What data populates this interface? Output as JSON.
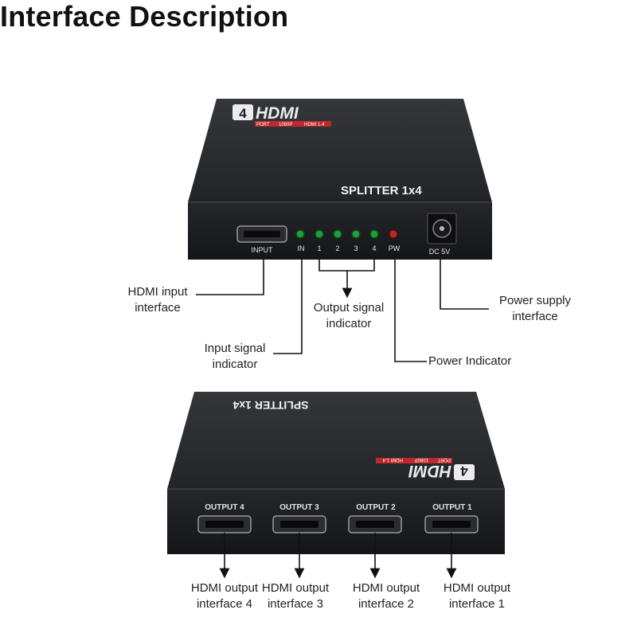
{
  "title": "Interface Description",
  "devices": {
    "front": {
      "model_label": "SPLITTER 1x4",
      "logo_number": "4",
      "logo_text": "HDMI",
      "logo_sub": [
        "PORT",
        "1080P",
        "HDMI 1.4"
      ],
      "ports": {
        "input": "INPUT",
        "leds": [
          "IN",
          "1",
          "2",
          "3",
          "4",
          "PW"
        ],
        "dc": "DC 5V"
      }
    },
    "back": {
      "model_label": "SPLITTER 1x4",
      "logo_number": "4",
      "logo_text": "HDMI",
      "logo_sub": [
        "PORT",
        "1080P",
        "HDMI 1.4"
      ],
      "outputs": [
        "OUTPUT 4",
        "OUTPUT 3",
        "OUTPUT 2",
        "OUTPUT 1"
      ]
    }
  },
  "callouts": {
    "hdmi_input": [
      "HDMI input",
      "interface"
    ],
    "input_signal": [
      "Input signal",
      "indicator"
    ],
    "output_signal": [
      "Output signal",
      "indicator"
    ],
    "power_indicator": [
      "Power Indicator"
    ],
    "power_supply": [
      "Power supply",
      "interface"
    ],
    "hdmi_out_4": [
      "HDMI output",
      "interface 4"
    ],
    "hdmi_out_3": [
      "HDMI output",
      "interface 3"
    ],
    "hdmi_out_2": [
      "HDMI output",
      "interface 2"
    ],
    "hdmi_out_1": [
      "HDMI output",
      "interface 1"
    ]
  },
  "colors": {
    "device_top": "#2b2d30",
    "device_front": "#1c1d20",
    "led_green": "#1f9e3a",
    "led_red": "#c0292b",
    "logo_red": "#c0292b"
  }
}
